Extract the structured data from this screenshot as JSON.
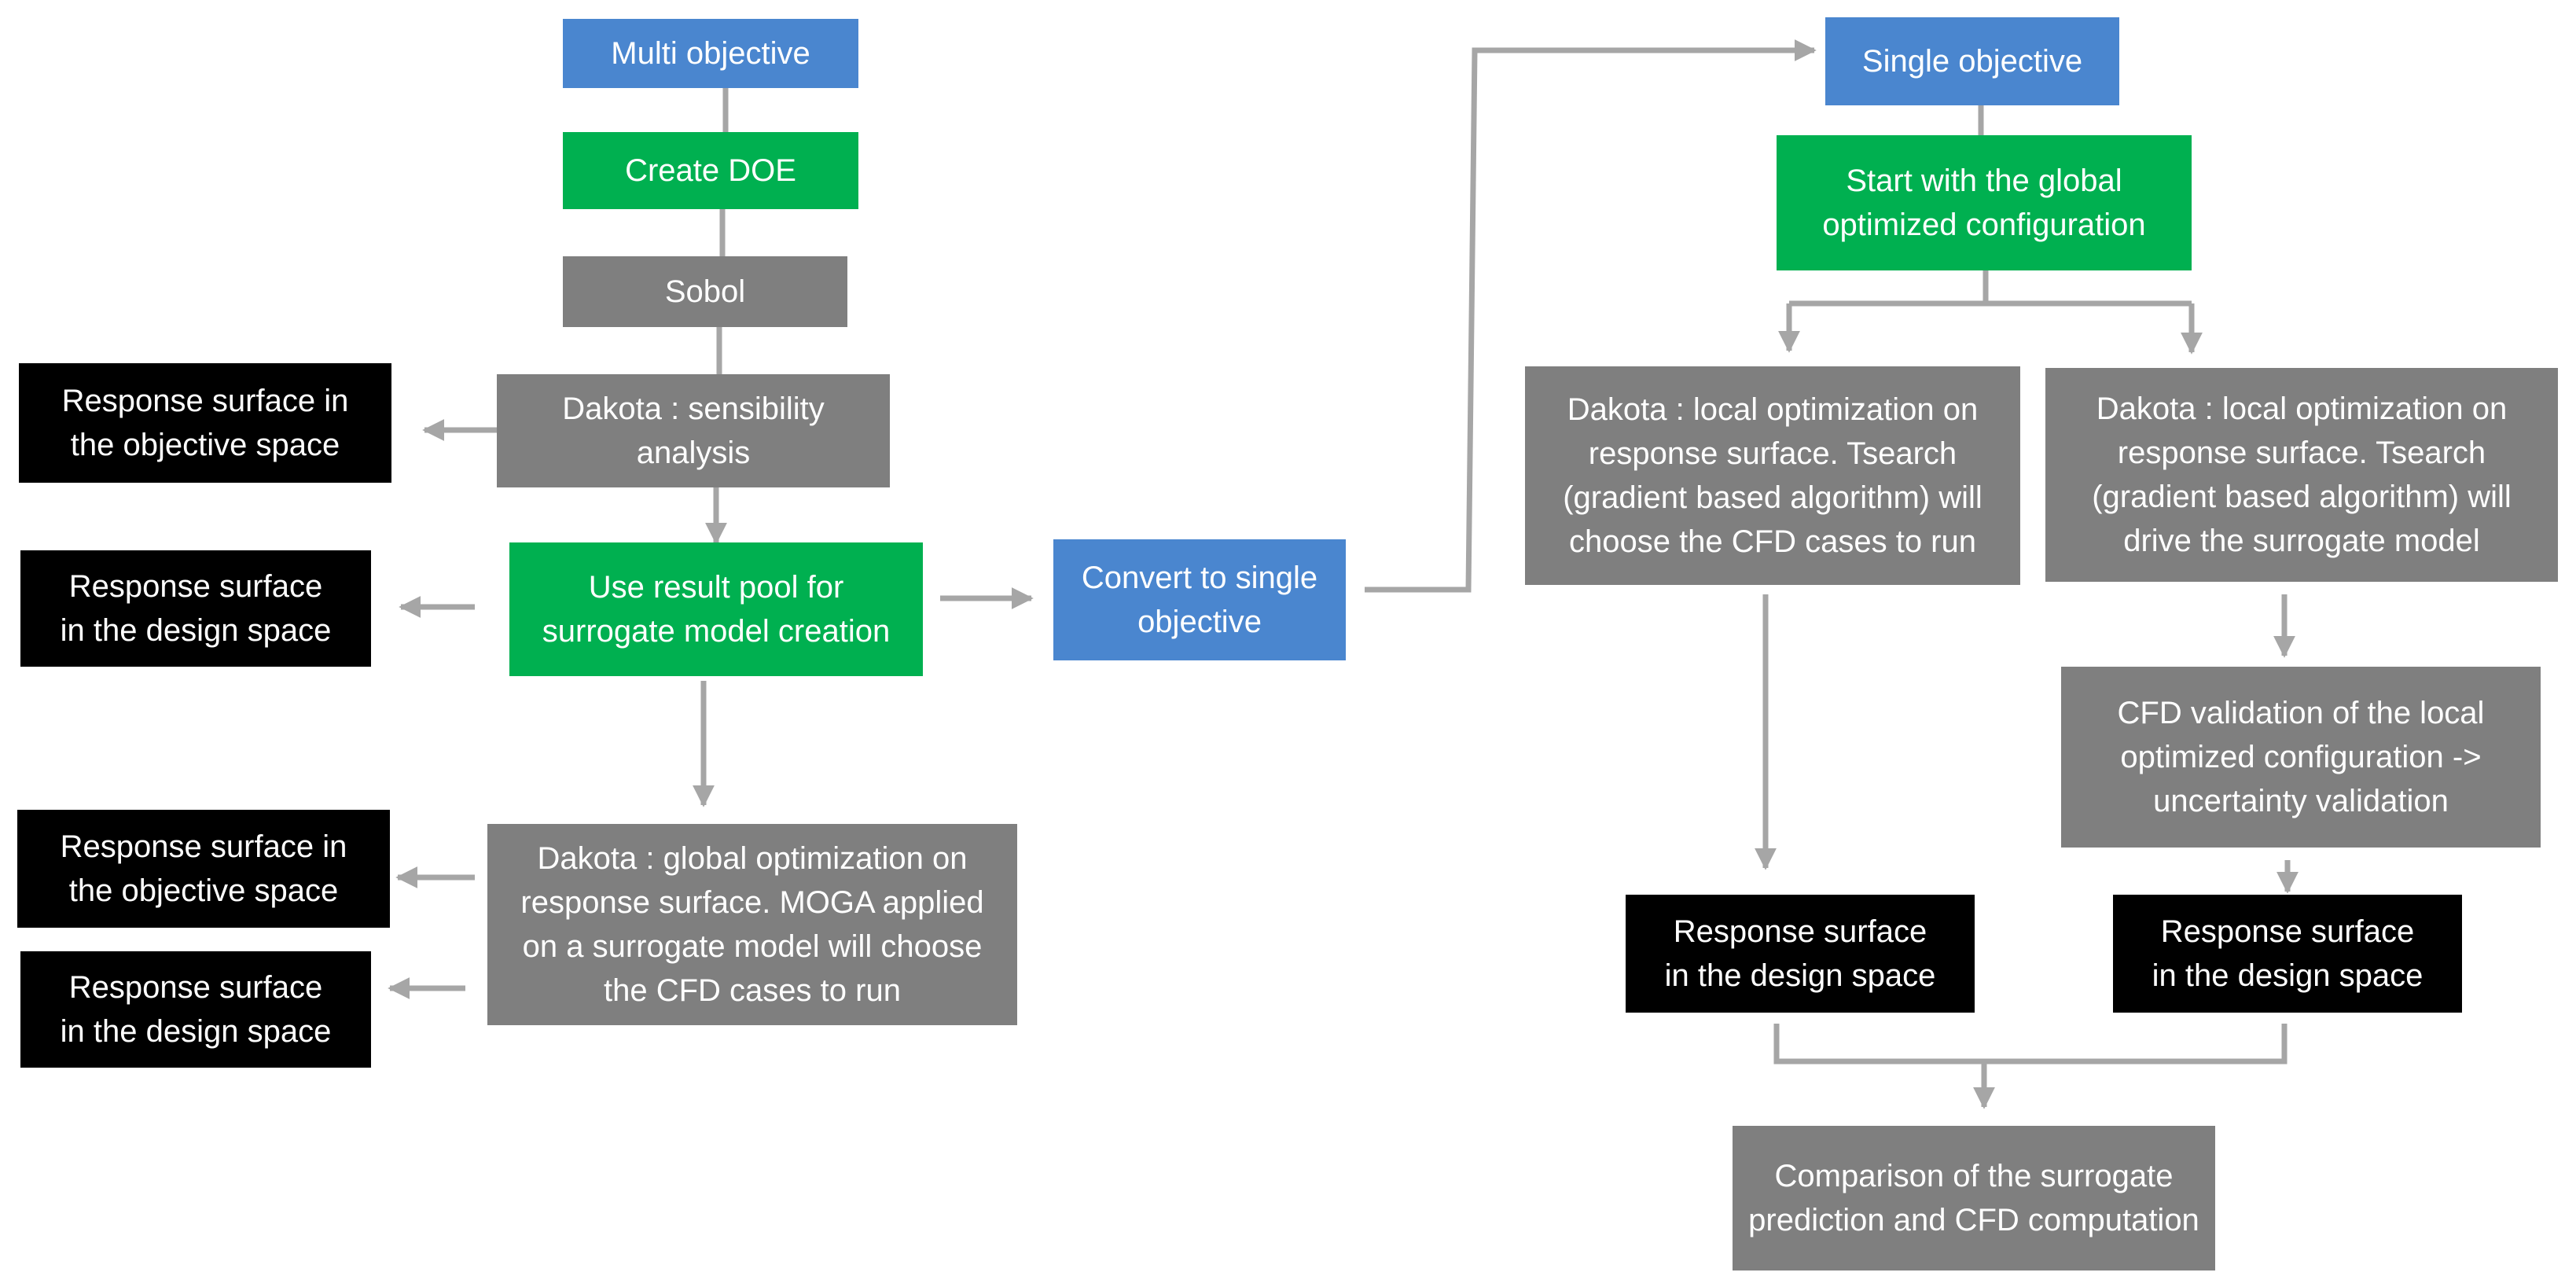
{
  "colors": {
    "blue": "#4a86cf",
    "green": "#00b050",
    "gray": "#7f7f7f",
    "black": "#000000",
    "connector": "#a6a6a6"
  },
  "nodes": {
    "multi_objective": "Multi objective",
    "create_doe": "Create DOE",
    "sobol": "Sobol",
    "sensibility_analysis": "Dakota : sensibility\nanalysis",
    "rs_objective_space_1": "Response surface in\nthe objective space",
    "result_pool": "Use result pool for\nsurrogate model creation",
    "rs_design_space_1": "Response surface\nin the design space",
    "convert_single": "Convert to single\nobjective",
    "global_optimization": "Dakota : global optimization on\nresponse surface. MOGA applied\non a surrogate model will choose\nthe CFD cases to run",
    "rs_objective_space_2": "Response surface in\nthe objective space",
    "rs_design_space_2": "Response surface\nin the design space",
    "single_objective": "Single objective",
    "start_global": "Start with the global\noptimized configuration",
    "local_opt_cfd": "Dakota : local optimization on\nresponse surface. Tsearch\n(gradient based algorithm) will\nchoose the CFD cases to run",
    "local_opt_surrogate": "Dakota : local optimization on\nresponse surface. Tsearch\n(gradient based algorithm) will\ndrive the surrogate model",
    "cfd_validation": "CFD validation of the local\noptimized configuration ->\nuncertainty validation",
    "rs_design_space_3": "Response surface\nin the design space",
    "rs_design_space_4": "Response surface\nin the design space",
    "comparison": "Comparison of the surrogate\nprediction and CFD computation"
  }
}
